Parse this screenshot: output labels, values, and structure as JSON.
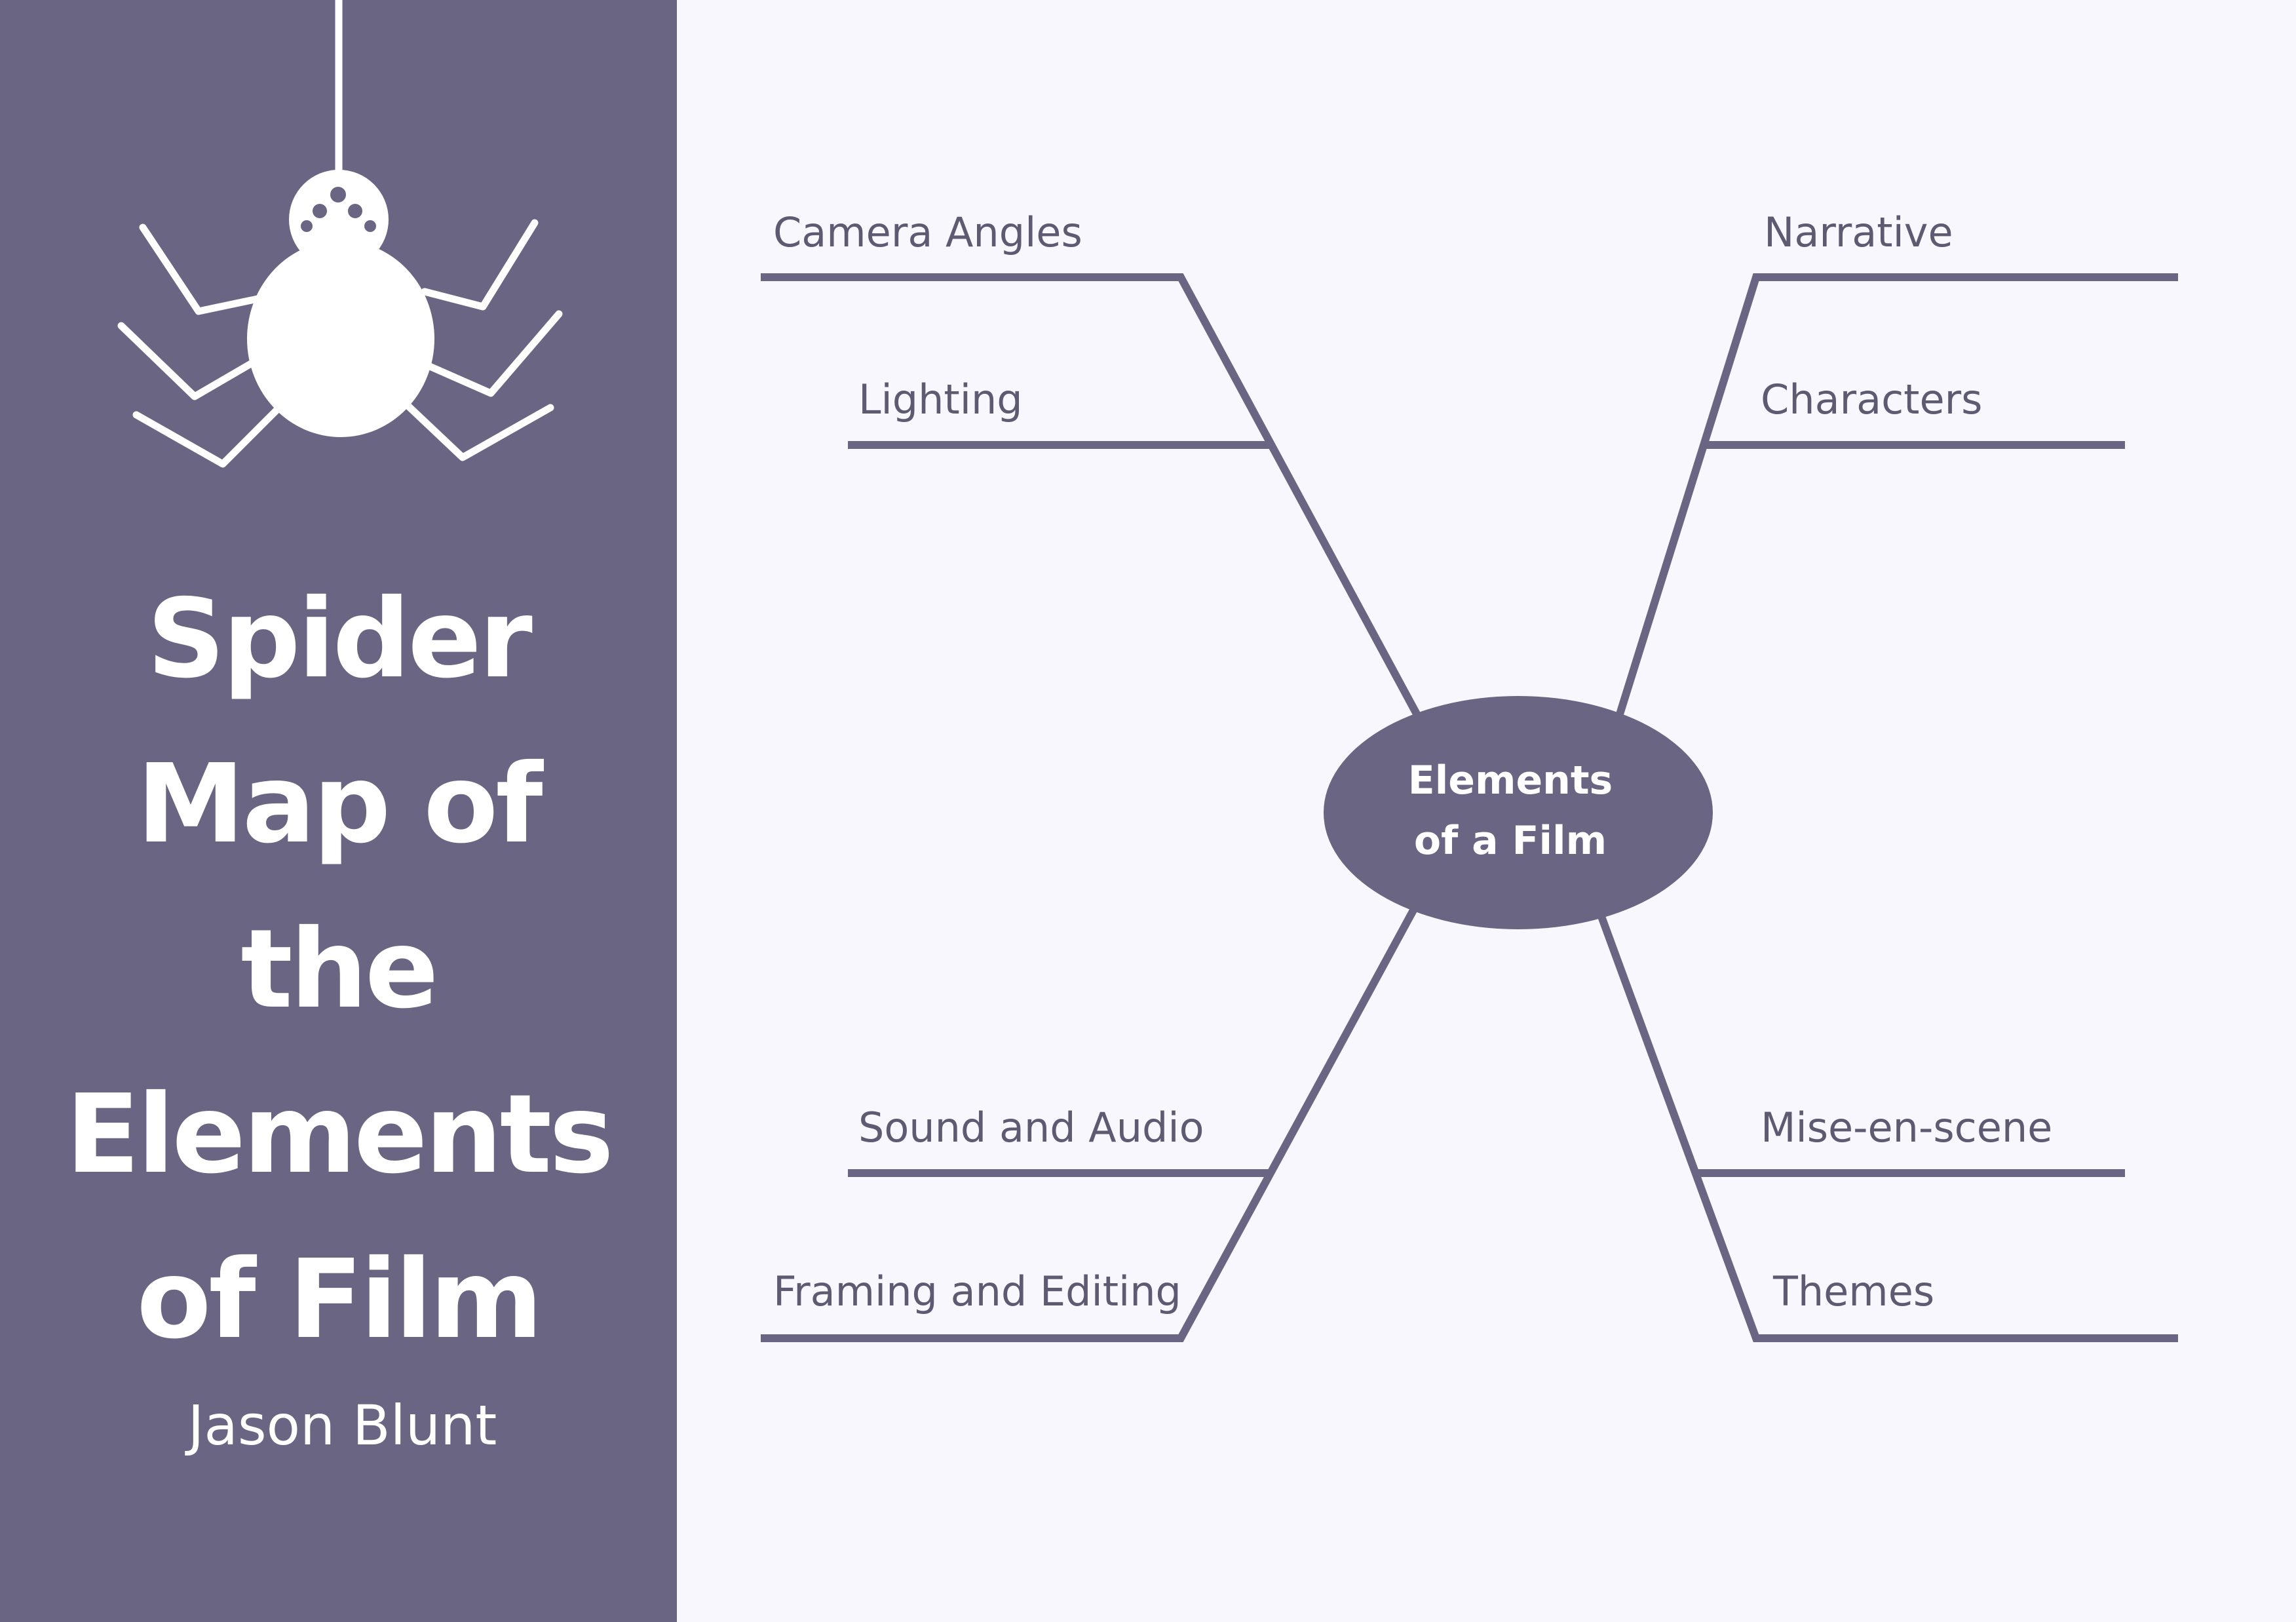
{
  "poster": {
    "title_lines": [
      "Spider",
      "Map of",
      "the",
      "Elements",
      "of Film"
    ],
    "author": "Jason Blunt",
    "icon": "spider-icon"
  },
  "map": {
    "center": {
      "lines": [
        "Elements",
        "of a Film"
      ]
    },
    "branches": {
      "camera_angles": "Camera Angles",
      "lighting": "Lighting",
      "narrative": "Narrative",
      "characters": "Characters",
      "sound_and_audio": "Sound and Audio",
      "framing_and_editing": "Framing and Editing",
      "mise_en_scene": "Mise-en-scene",
      "themes": "Themes"
    }
  },
  "colors": {
    "accent": "#6a6582",
    "canvas_background": "#f9f7fe",
    "label_text": "#5d5a72",
    "title_text": "#ffffff"
  }
}
